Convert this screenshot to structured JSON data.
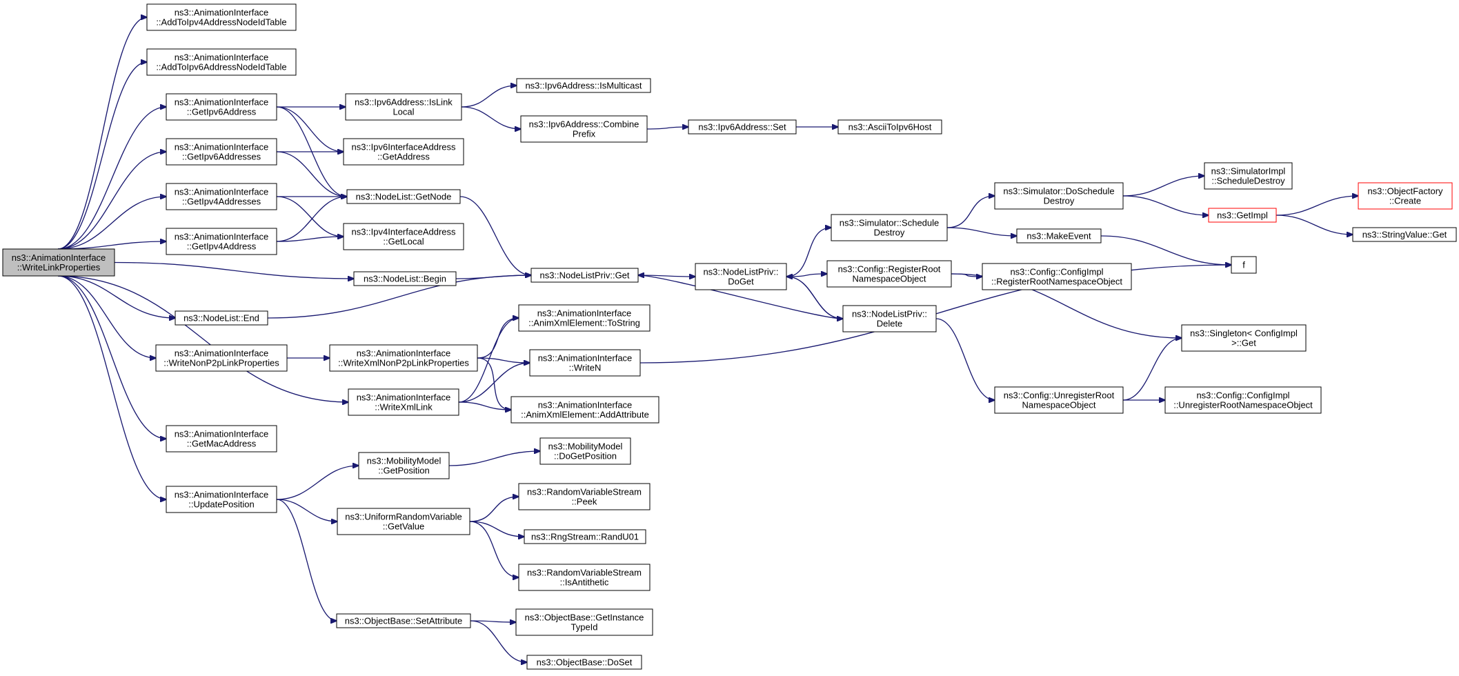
{
  "graph": {
    "nodes": [
      {
        "id": "root",
        "lines": [
          "ns3::AnimationInterface",
          "::WriteLinkProperties"
        ],
        "style": "root"
      },
      {
        "id": "addIpv4",
        "lines": [
          "ns3::AnimationInterface",
          "::AddToIpv4AddressNodeIdTable"
        ]
      },
      {
        "id": "addIpv6",
        "lines": [
          "ns3::AnimationInterface",
          "::AddToIpv6AddressNodeIdTable"
        ]
      },
      {
        "id": "getIpv6Addr",
        "lines": [
          "ns3::AnimationInterface",
          "::GetIpv6Address"
        ]
      },
      {
        "id": "getIpv6Addrs",
        "lines": [
          "ns3::AnimationInterface",
          "::GetIpv6Addresses"
        ]
      },
      {
        "id": "getIpv4Addrs",
        "lines": [
          "ns3::AnimationInterface",
          "::GetIpv4Addresses"
        ]
      },
      {
        "id": "getIpv4Addr",
        "lines": [
          "ns3::AnimationInterface",
          "::GetIpv4Address"
        ]
      },
      {
        "id": "nlBegin",
        "lines": [
          "ns3::NodeList::Begin"
        ]
      },
      {
        "id": "nlEnd",
        "lines": [
          "ns3::NodeList::End"
        ]
      },
      {
        "id": "writeNonP2p",
        "lines": [
          "ns3::AnimationInterface",
          "::WriteNonP2pLinkProperties"
        ]
      },
      {
        "id": "getMac",
        "lines": [
          "ns3::AnimationInterface",
          "::GetMacAddress"
        ]
      },
      {
        "id": "updatePos",
        "lines": [
          "ns3::AnimationInterface",
          "::UpdatePosition"
        ]
      },
      {
        "id": "isLinkLocal",
        "lines": [
          "ns3::Ipv6Address::IsLink",
          "Local"
        ]
      },
      {
        "id": "ipv6IfGetAddr",
        "lines": [
          "ns3::Ipv6InterfaceAddress",
          "::GetAddress"
        ]
      },
      {
        "id": "getNode",
        "lines": [
          "ns3::NodeList::GetNode"
        ]
      },
      {
        "id": "ipv4IfGetLocal",
        "lines": [
          "ns3::Ipv4InterfaceAddress",
          "::GetLocal"
        ]
      },
      {
        "id": "writeXmlNonP2p",
        "lines": [
          "ns3::AnimationInterface",
          "::WriteXmlNonP2pLinkProperties"
        ]
      },
      {
        "id": "writeXmlLink",
        "lines": [
          "ns3::AnimationInterface",
          "::WriteXmlLink"
        ]
      },
      {
        "id": "mmGetPos",
        "lines": [
          "ns3::MobilityModel",
          "::GetPosition"
        ]
      },
      {
        "id": "urvGetValue",
        "lines": [
          "ns3::UniformRandomVariable",
          "::GetValue"
        ]
      },
      {
        "id": "obSetAttr",
        "lines": [
          "ns3::ObjectBase::SetAttribute"
        ]
      },
      {
        "id": "isMulticast",
        "lines": [
          "ns3::Ipv6Address::IsMulticast"
        ]
      },
      {
        "id": "combinePrefix",
        "lines": [
          "ns3::Ipv6Address::Combine",
          "Prefix"
        ]
      },
      {
        "id": "nlpGet",
        "lines": [
          "ns3::NodeListPriv::Get"
        ]
      },
      {
        "id": "toString",
        "lines": [
          "ns3::AnimationInterface",
          "::AnimXmlElement::ToString"
        ]
      },
      {
        "id": "writeN",
        "lines": [
          "ns3::AnimationInterface",
          "::WriteN"
        ]
      },
      {
        "id": "addAttribute",
        "lines": [
          "ns3::AnimationInterface",
          "::AnimXmlElement::AddAttribute"
        ]
      },
      {
        "id": "mmDoGetPos",
        "lines": [
          "ns3::MobilityModel",
          "::DoGetPosition"
        ]
      },
      {
        "id": "rvsPeek",
        "lines": [
          "ns3::RandomVariableStream",
          "::Peek"
        ]
      },
      {
        "id": "randU01",
        "lines": [
          "ns3::RngStream::RandU01"
        ]
      },
      {
        "id": "isAntithetic",
        "lines": [
          "ns3::RandomVariableStream",
          "::IsAntithetic"
        ]
      },
      {
        "id": "getInstanceTypeId",
        "lines": [
          "ns3::ObjectBase::GetInstance",
          "TypeId"
        ]
      },
      {
        "id": "doSet",
        "lines": [
          "ns3::ObjectBase::DoSet"
        ]
      },
      {
        "id": "ipv6Set",
        "lines": [
          "ns3::Ipv6Address::Set"
        ]
      },
      {
        "id": "asciiToIpv6",
        "lines": [
          "ns3::AsciiToIpv6Host"
        ]
      },
      {
        "id": "nlpDoGet",
        "lines": [
          "ns3::NodeListPriv::",
          "DoGet"
        ]
      },
      {
        "id": "simSchedDestroy",
        "lines": [
          "ns3::Simulator::Schedule",
          "Destroy"
        ]
      },
      {
        "id": "cfgRegRoot",
        "lines": [
          "ns3::Config::RegisterRoot",
          "NamespaceObject"
        ]
      },
      {
        "id": "nlpDelete",
        "lines": [
          "ns3::NodeListPriv::",
          "Delete"
        ]
      },
      {
        "id": "simDoSchedDestroy",
        "lines": [
          "ns3::Simulator::DoSchedule",
          "Destroy"
        ]
      },
      {
        "id": "makeEvent",
        "lines": [
          "ns3::MakeEvent"
        ]
      },
      {
        "id": "cfgImplReg",
        "lines": [
          "ns3::Config::ConfigImpl",
          "::RegisterRootNamespaceObject"
        ]
      },
      {
        "id": "cfgUnregRoot",
        "lines": [
          "ns3::Config::UnregisterRoot",
          "NamespaceObject"
        ]
      },
      {
        "id": "simImplSchedDestroy",
        "lines": [
          "ns3::SimulatorImpl",
          "::ScheduleDestroy"
        ]
      },
      {
        "id": "getImpl",
        "lines": [
          "ns3::GetImpl"
        ],
        "style": "trunc"
      },
      {
        "id": "fNode",
        "lines": [
          "f"
        ]
      },
      {
        "id": "singletonGet",
        "lines": [
          "ns3::Singleton< ConfigImpl",
          " >::Get"
        ]
      },
      {
        "id": "cfgImplUnreg",
        "lines": [
          "ns3::Config::ConfigImpl",
          "::UnregisterRootNamespaceObject"
        ]
      },
      {
        "id": "objFactoryCreate",
        "lines": [
          "ns3::ObjectFactory",
          "::Create"
        ],
        "style": "trunc"
      },
      {
        "id": "stringValueGet",
        "lines": [
          "ns3::StringValue::Get"
        ]
      }
    ],
    "edges": [
      [
        "root",
        "addIpv4"
      ],
      [
        "root",
        "addIpv6"
      ],
      [
        "root",
        "getIpv6Addr"
      ],
      [
        "root",
        "getIpv6Addrs"
      ],
      [
        "root",
        "getIpv4Addrs"
      ],
      [
        "root",
        "getIpv4Addr"
      ],
      [
        "root",
        "nlBegin"
      ],
      [
        "root",
        "nlEnd"
      ],
      [
        "root",
        "writeNonP2p"
      ],
      [
        "root",
        "writeXmlLink"
      ],
      [
        "root",
        "getMac"
      ],
      [
        "root",
        "updatePos"
      ],
      [
        "getIpv6Addr",
        "isLinkLocal"
      ],
      [
        "getIpv6Addr",
        "ipv6IfGetAddr"
      ],
      [
        "getIpv6Addr",
        "getNode"
      ],
      [
        "getIpv6Addrs",
        "ipv6IfGetAddr"
      ],
      [
        "getIpv6Addrs",
        "getNode"
      ],
      [
        "getIpv4Addrs",
        "getNode"
      ],
      [
        "getIpv4Addrs",
        "ipv4IfGetLocal"
      ],
      [
        "getIpv4Addr",
        "getNode"
      ],
      [
        "getIpv4Addr",
        "ipv4IfGetLocal"
      ],
      [
        "isLinkLocal",
        "isMulticast"
      ],
      [
        "isLinkLocal",
        "combinePrefix"
      ],
      [
        "combinePrefix",
        "ipv6Set"
      ],
      [
        "ipv6Set",
        "asciiToIpv6"
      ],
      [
        "getNode",
        "nlpGet"
      ],
      [
        "nlBegin",
        "nlpGet"
      ],
      [
        "nlEnd",
        "nlpGet"
      ],
      [
        "nlpGet",
        "nlpDoGet"
      ],
      [
        "nlpDoGet",
        "simSchedDestroy"
      ],
      [
        "nlpDoGet",
        "cfgRegRoot"
      ],
      [
        "nlpDoGet",
        "nlpDelete"
      ],
      [
        "nlpDelete",
        "nlpDoGet"
      ],
      [
        "nlpDelete",
        "nlpGet"
      ],
      [
        "nlpDelete",
        "cfgUnregRoot"
      ],
      [
        "simSchedDestroy",
        "simDoSchedDestroy"
      ],
      [
        "simSchedDestroy",
        "makeEvent"
      ],
      [
        "simDoSchedDestroy",
        "simImplSchedDestroy"
      ],
      [
        "simDoSchedDestroy",
        "getImpl"
      ],
      [
        "getImpl",
        "objFactoryCreate"
      ],
      [
        "getImpl",
        "stringValueGet"
      ],
      [
        "makeEvent",
        "fNode"
      ],
      [
        "cfgRegRoot",
        "cfgImplReg"
      ],
      [
        "cfgRegRoot",
        "singletonGet"
      ],
      [
        "cfgUnregRoot",
        "singletonGet"
      ],
      [
        "cfgUnregRoot",
        "cfgImplUnreg"
      ],
      [
        "writeNonP2p",
        "writeXmlNonP2p"
      ],
      [
        "writeXmlNonP2p",
        "toString"
      ],
      [
        "writeXmlNonP2p",
        "writeN"
      ],
      [
        "writeXmlNonP2p",
        "addAttribute"
      ],
      [
        "writeXmlLink",
        "toString"
      ],
      [
        "writeXmlLink",
        "writeN"
      ],
      [
        "writeXmlLink",
        "addAttribute"
      ],
      [
        "writeN",
        "fNode"
      ],
      [
        "updatePos",
        "mmGetPos"
      ],
      [
        "updatePos",
        "urvGetValue"
      ],
      [
        "updatePos",
        "obSetAttr"
      ],
      [
        "mmGetPos",
        "mmDoGetPos"
      ],
      [
        "urvGetValue",
        "rvsPeek"
      ],
      [
        "urvGetValue",
        "randU01"
      ],
      [
        "urvGetValue",
        "isAntithetic"
      ],
      [
        "obSetAttr",
        "getInstanceTypeId"
      ],
      [
        "obSetAttr",
        "doSet"
      ]
    ]
  }
}
